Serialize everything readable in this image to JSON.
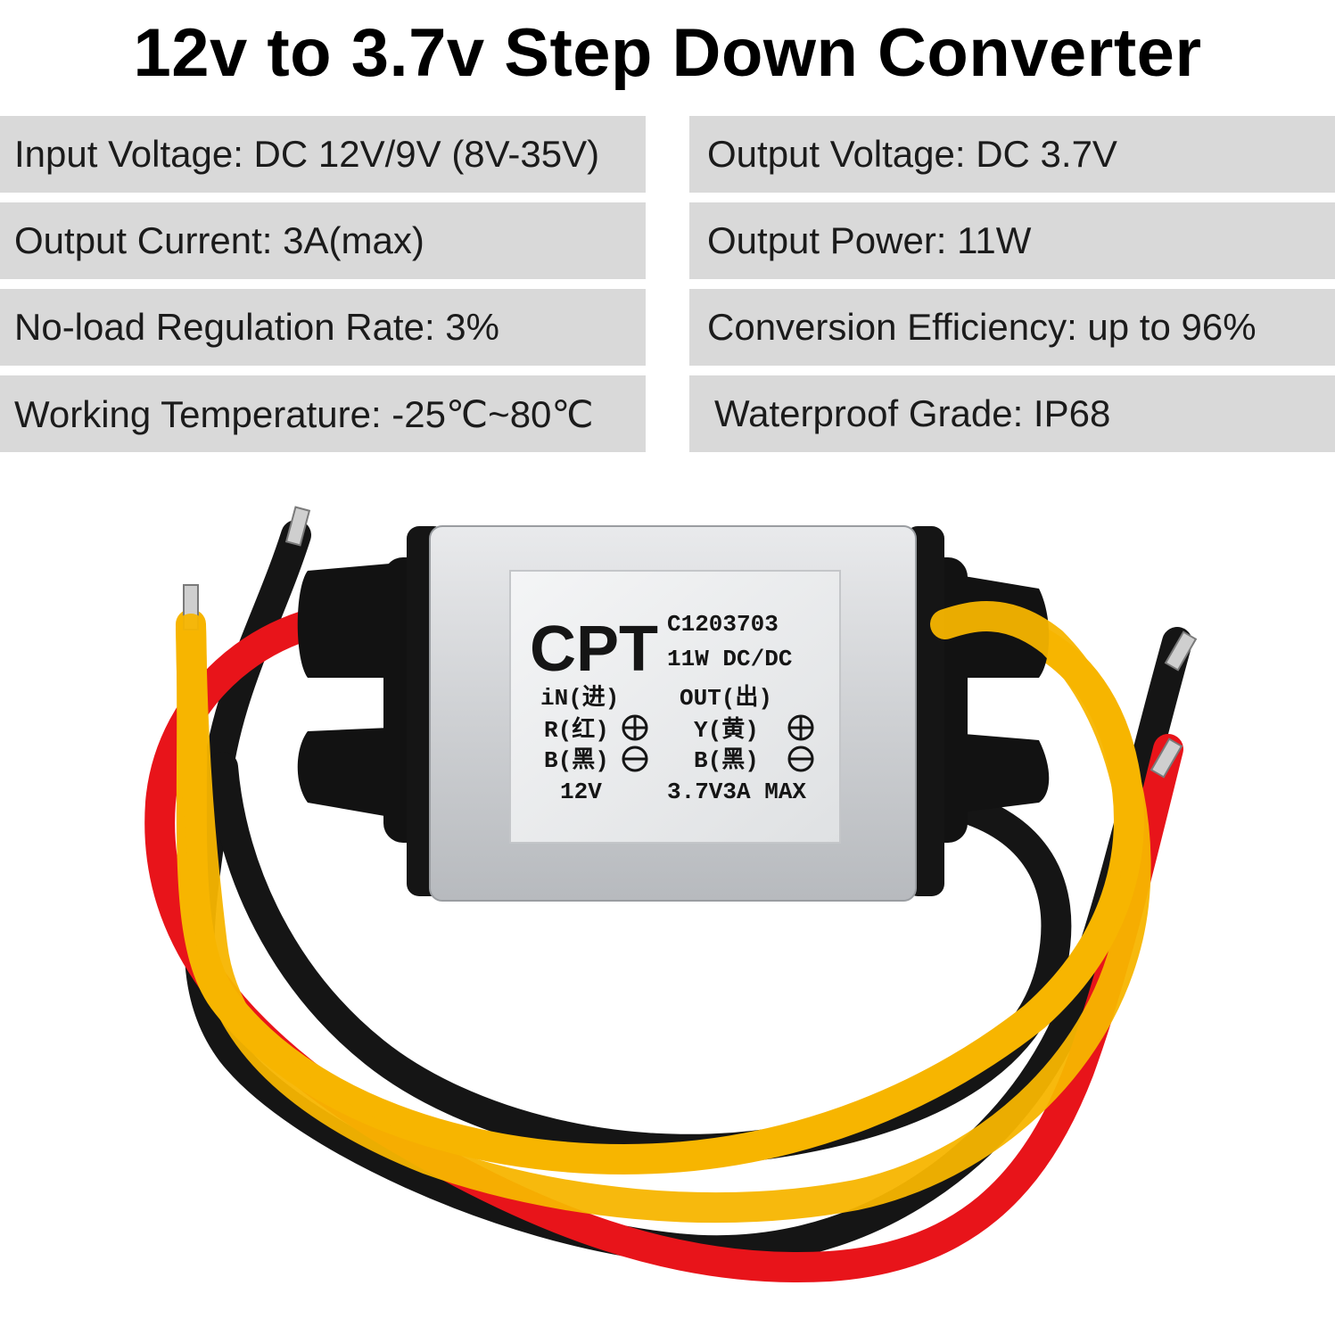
{
  "title": "12v to 3.7v Step Down Converter",
  "specs": [
    {
      "left": "Input Voltage: DC 12V/9V (8V-35V)",
      "right": "Output Voltage: DC 3.7V"
    },
    {
      "left": "Output Current: 3A(max)",
      "right": "Output Power: 11W"
    },
    {
      "left": "No-load Regulation Rate: 3%",
      "right": "Conversion Efficiency: up to 96%"
    },
    {
      "left": "Working Temperature: -25℃~80℃",
      "right": "Waterproof Grade: IP68"
    }
  ],
  "label": {
    "brand": "CPT",
    "model": "C1203703",
    "type": "11W DC/DC",
    "in_header": "iN(进)",
    "in_red": "R(红)",
    "in_black": "B(黑)",
    "in_voltage": "12V",
    "out_header": "OUT(出)",
    "out_yellow": "Y(黄)",
    "out_black": "B(黑)",
    "out_rating": "3.7V3A MAX"
  },
  "colors": {
    "wire_red": "#e8141a",
    "wire_black": "#151515",
    "wire_yellow": "#f7b500",
    "spec_bg": "#d9d9d9"
  }
}
